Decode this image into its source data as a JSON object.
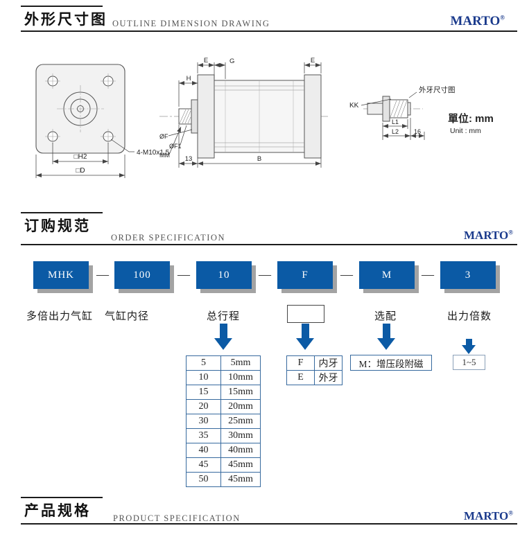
{
  "brand": {
    "name": "MARTO",
    "reg": "®",
    "color": "#1a3a8c"
  },
  "sections": {
    "outline": {
      "cn": "外形尺寸图",
      "en": "OUTLINE DIMENSION DRAWING"
    },
    "order": {
      "cn": "订购规范",
      "en": "ORDER SPECIFICATION"
    },
    "product": {
      "cn": "产品规格",
      "en": "PRODUCT SPECIFICATION"
    }
  },
  "drawings": {
    "front_view": {
      "dim_h2": "□H2",
      "dim_d": "□D",
      "thread_note": "4-M10x1.5"
    },
    "side_view": {
      "dim_e_left": "E",
      "dim_g": "G",
      "dim_e_right": "E",
      "dim_h": "H",
      "dim_f": "ØF",
      "dim_f1": "ØF1",
      "dim_mm": "MM",
      "dim_13": "13",
      "dim_b": "B"
    },
    "thread_view": {
      "title": "外牙尺寸图",
      "dim_kk": "KK",
      "dim_l1": "L1",
      "dim_l2": "L2",
      "dim_16": "16",
      "unit_cn": "單位: mm",
      "unit_en": "Unit : mm"
    }
  },
  "order_code": {
    "separator": "—",
    "boxes": [
      {
        "code": "MHK",
        "label": "多倍出力气缸"
      },
      {
        "code": "100",
        "label": "气缸内径"
      },
      {
        "code": "10",
        "label": "总行程"
      },
      {
        "code": "F",
        "label": ""
      },
      {
        "code": "M",
        "label": "选配"
      },
      {
        "code": "3",
        "label": "出力倍数"
      }
    ],
    "stroke_table": {
      "rows": [
        [
          "5",
          "5mm"
        ],
        [
          "10",
          "10mm"
        ],
        [
          "15",
          "15mm"
        ],
        [
          "20",
          "20mm"
        ],
        [
          "30",
          "25mm"
        ],
        [
          "35",
          "30mm"
        ],
        [
          "40",
          "40mm"
        ],
        [
          "45",
          "45mm"
        ],
        [
          "50",
          "45mm"
        ]
      ]
    },
    "thread_type_table": {
      "rows": [
        [
          "F",
          "内牙"
        ],
        [
          "E",
          "外牙"
        ]
      ]
    },
    "option_note": "M：增压段附磁",
    "multiplier_range": "1~5"
  }
}
